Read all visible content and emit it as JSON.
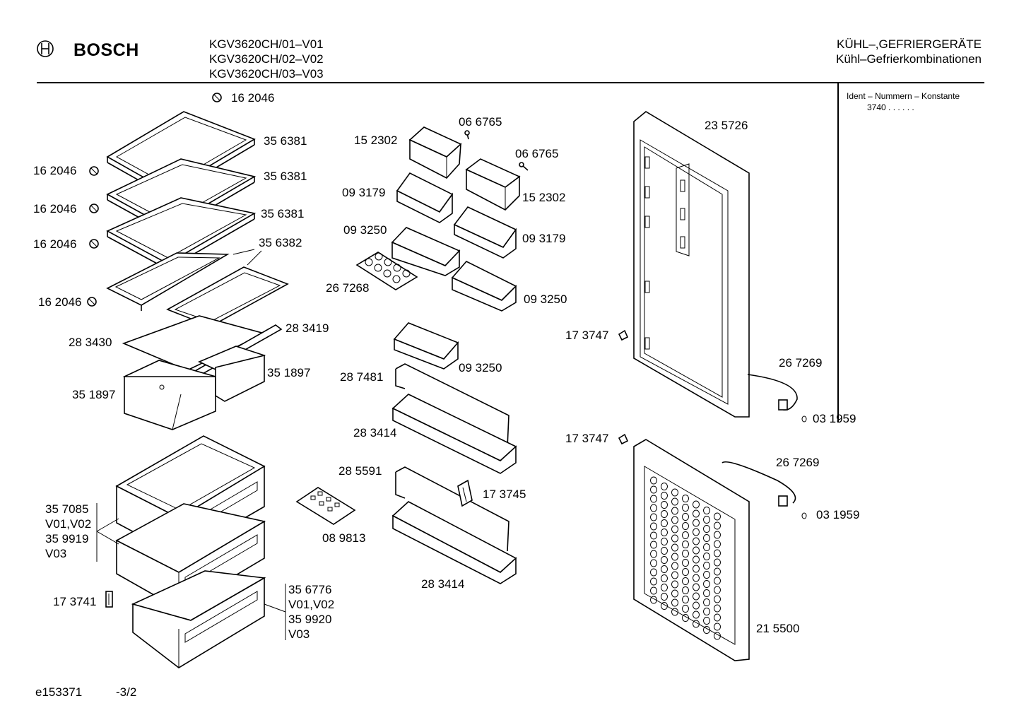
{
  "header": {
    "brand": "BOSCH",
    "models": [
      "KGV3620CH/01–V01",
      "KGV3620CH/02–V02",
      "KGV3620CH/03–V03"
    ],
    "category": "KÜHL–,GEFRIERGERÄTE",
    "subcategory": "Kühl–Gefrierkombinationen"
  },
  "ident": {
    "title": "Ident – Nummern – Konstante",
    "value": "3740  .  .  .  .  .  ."
  },
  "parts": {
    "p162046_top": "16 2046",
    "p162046_1": "16 2046",
    "p162046_2": "16 2046",
    "p162046_3": "16 2046",
    "p162046_4": "16 2046",
    "p356381_1": "35 6381",
    "p356381_2": "35 6381",
    "p356381_3": "35 6381",
    "p356382": "35 6382",
    "p283419": "28 3419",
    "p283430": "28 3430",
    "p351897_r": "35 1897",
    "p351897_l": "35 1897",
    "p357085": "35 7085",
    "pv0102_a": "V01,V02",
    "p359919": "35 9919",
    "pv03_a": "V03",
    "p173741": "17 3741",
    "p356776": "35 6776",
    "pv0102_b": "V01,V02",
    "p359920": "35 9920",
    "pv03_b": "V03",
    "p066765_1": "06 6765",
    "p066765_2": "06 6765",
    "p152302_1": "15 2302",
    "p152302_2": "15 2302",
    "p093179_1": "09 3179",
    "p093179_2": "09 3179",
    "p093250_1": "09 3250",
    "p093250_2": "09 3250",
    "p093250_3": "09 3250",
    "p267268": "26 7268",
    "p287481": "28 7481",
    "p283414_1": "28 3414",
    "p285591": "28 5591",
    "p173745": "17 3745",
    "p089813": "08 9813",
    "p283414_2": "28 3414",
    "p235726": "23 5726",
    "p173747_1": "17 3747",
    "p267269_1": "26 7269",
    "p031959_1": "03 1959",
    "p173747_2": "17 3747",
    "p267269_2": "26 7269",
    "p031959_2": "03 1959",
    "p215500": "21 5500"
  },
  "footer": {
    "drawing_id": "e153371",
    "page": "-3/2"
  }
}
